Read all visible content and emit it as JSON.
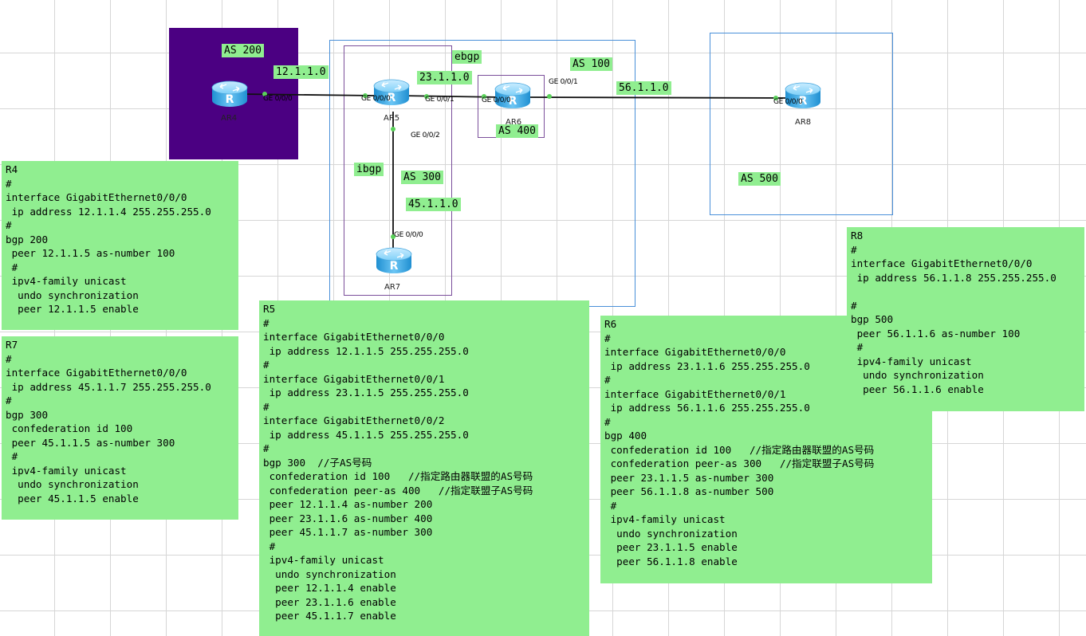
{
  "as_labels": {
    "as200": "AS 200",
    "as100": "AS 100",
    "as400": "AS 400",
    "as300": "AS 300",
    "as500": "AS 500",
    "ebgp": "ebgp",
    "ibgp": "ibgp"
  },
  "networks": {
    "n12": "12.1.1.0",
    "n23": "23.1.1.0",
    "n56": "56.1.1.0",
    "n45": "45.1.1.0"
  },
  "routers": {
    "ar4": "AR4",
    "ar5": "AR5",
    "ar6": "AR6",
    "ar7": "AR7",
    "ar8": "AR8"
  },
  "ports": {
    "ar4_g0": "GE 0/0/0",
    "ar5_g0": "GE 0/0/0",
    "ar5_g1": "GE 0/0/1",
    "ar5_g2": "GE 0/0/2",
    "ar6_g0": "GE 0/0/0",
    "ar6_g1": "GE 0/0/1",
    "ar7_g0": "GE 0/0/0",
    "ar8_g0": "GE 0/0/0"
  },
  "configs": {
    "r4": [
      "R4",
      "#",
      "interface GigabitEthernet0/0/0",
      " ip address 12.1.1.4 255.255.255.0",
      "#",
      "bgp 200",
      " peer 12.1.1.5 as-number 100",
      " #",
      " ipv4-family unicast",
      "  undo synchronization",
      "  peer 12.1.1.5 enable"
    ],
    "r7": [
      "R7",
      "#",
      "interface GigabitEthernet0/0/0",
      " ip address 45.1.1.7 255.255.255.0",
      "#",
      "bgp 300",
      " confederation id 100",
      " peer 45.1.1.5 as-number 300",
      " #",
      " ipv4-family unicast",
      "  undo synchronization",
      "  peer 45.1.1.5 enable"
    ],
    "r5": [
      "R5",
      "#",
      "interface GigabitEthernet0/0/0",
      " ip address 12.1.1.5 255.255.255.0",
      "#",
      "interface GigabitEthernet0/0/1",
      " ip address 23.1.1.5 255.255.255.0",
      "#",
      "interface GigabitEthernet0/0/2",
      " ip address 45.1.1.5 255.255.255.0",
      "#",
      "bgp 300  //子AS号码",
      " confederation id 100   //指定路由器联盟的AS号码",
      " confederation peer-as 400   //指定联盟子AS号码",
      " peer 12.1.1.4 as-number 200",
      " peer 23.1.1.6 as-number 400",
      " peer 45.1.1.7 as-number 300",
      " #",
      " ipv4-family unicast",
      "  undo synchronization",
      "  peer 12.1.1.4 enable",
      "  peer 23.1.1.6 enable",
      "  peer 45.1.1.7 enable"
    ],
    "r6": [
      "R6",
      "#",
      "interface GigabitEthernet0/0/0",
      " ip address 23.1.1.6 255.255.255.0",
      "#",
      "interface GigabitEthernet0/0/1",
      " ip address 56.1.1.6 255.255.255.0",
      "#",
      "bgp 400",
      " confederation id 100   //指定路由器联盟的AS号码",
      " confederation peer-as 300   //指定联盟子AS号码",
      " peer 23.1.1.5 as-number 300",
      " peer 56.1.1.8 as-number 500",
      " #",
      " ipv4-family unicast",
      "  undo synchronization",
      "  peer 23.1.1.5 enable",
      "  peer 56.1.1.8 enable"
    ],
    "r8": [
      "R8",
      "#",
      "interface GigabitEthernet0/0/0",
      " ip address 56.1.1.8 255.255.255.0",
      "",
      "#",
      "bgp 500",
      " peer 56.1.1.6 as-number 100",
      " #",
      " ipv4-family unicast",
      "  undo synchronization",
      "  peer 56.1.1.6 enable"
    ]
  },
  "colors": {
    "as200_fill": "#4b0082",
    "as100_border": "#4a90d9",
    "as_sub_border": "#7b4f9b",
    "label_green": "#90ee90",
    "router_blue": "#3aa5e0"
  },
  "icons": {
    "router": "router-icon"
  }
}
